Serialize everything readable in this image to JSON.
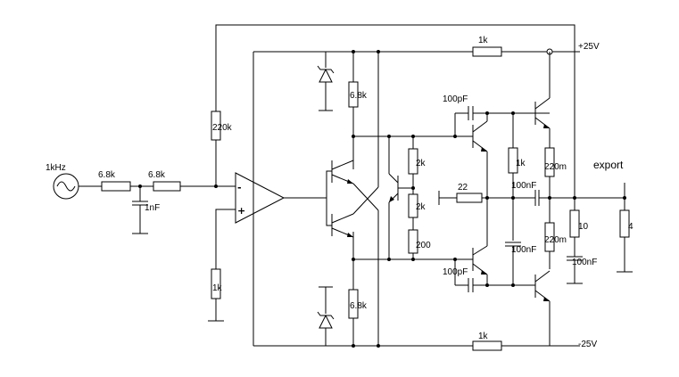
{
  "labels": {
    "source": "1kHz",
    "r_in1": "6.8k",
    "r_in2": "6.8k",
    "c_in": "1nF",
    "r_feedback": "220k",
    "r_gnd": "1k",
    "opamp_minus": "-",
    "opamp_plus": "+",
    "r_top_zener": "6.8k",
    "r_bot_zener": "6.8k",
    "r_vbe1": "2k",
    "r_vbe2": "2k",
    "r_vbe3": "200",
    "c_top": "100pF",
    "c_bot": "100pF",
    "r_top_rail": "1k",
    "r_bot_rail": "1k",
    "r_mid": "1k",
    "r_emit_top": "220m",
    "r_emit_bot": "220m",
    "r_22": "22",
    "c_100n_a": "100nF",
    "c_100n_b": "100nF",
    "c_100n_c": "100nF",
    "r_zobel": "10",
    "r_load": "4",
    "output": "export",
    "pos_rail": "+25V",
    "neg_rail": "-25V"
  }
}
